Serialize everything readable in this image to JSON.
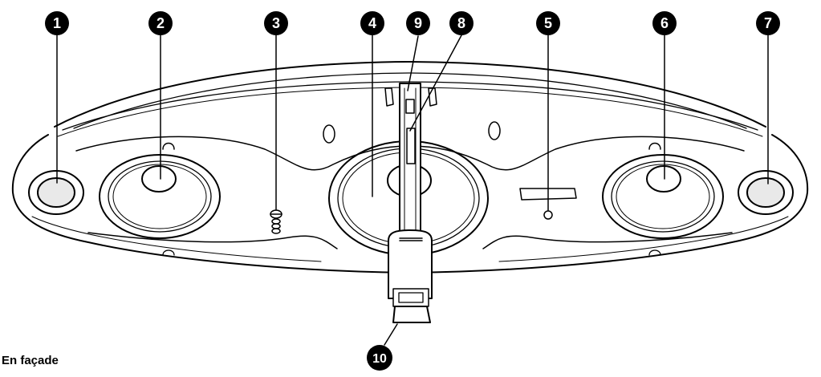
{
  "caption": "En façade",
  "callouts": [
    "1",
    "2",
    "3",
    "4",
    "5",
    "6",
    "7",
    "8",
    "9",
    "10"
  ],
  "colors": {
    "ink": "#000000",
    "paper": "#ffffff",
    "shade": "#e9e9e9"
  }
}
